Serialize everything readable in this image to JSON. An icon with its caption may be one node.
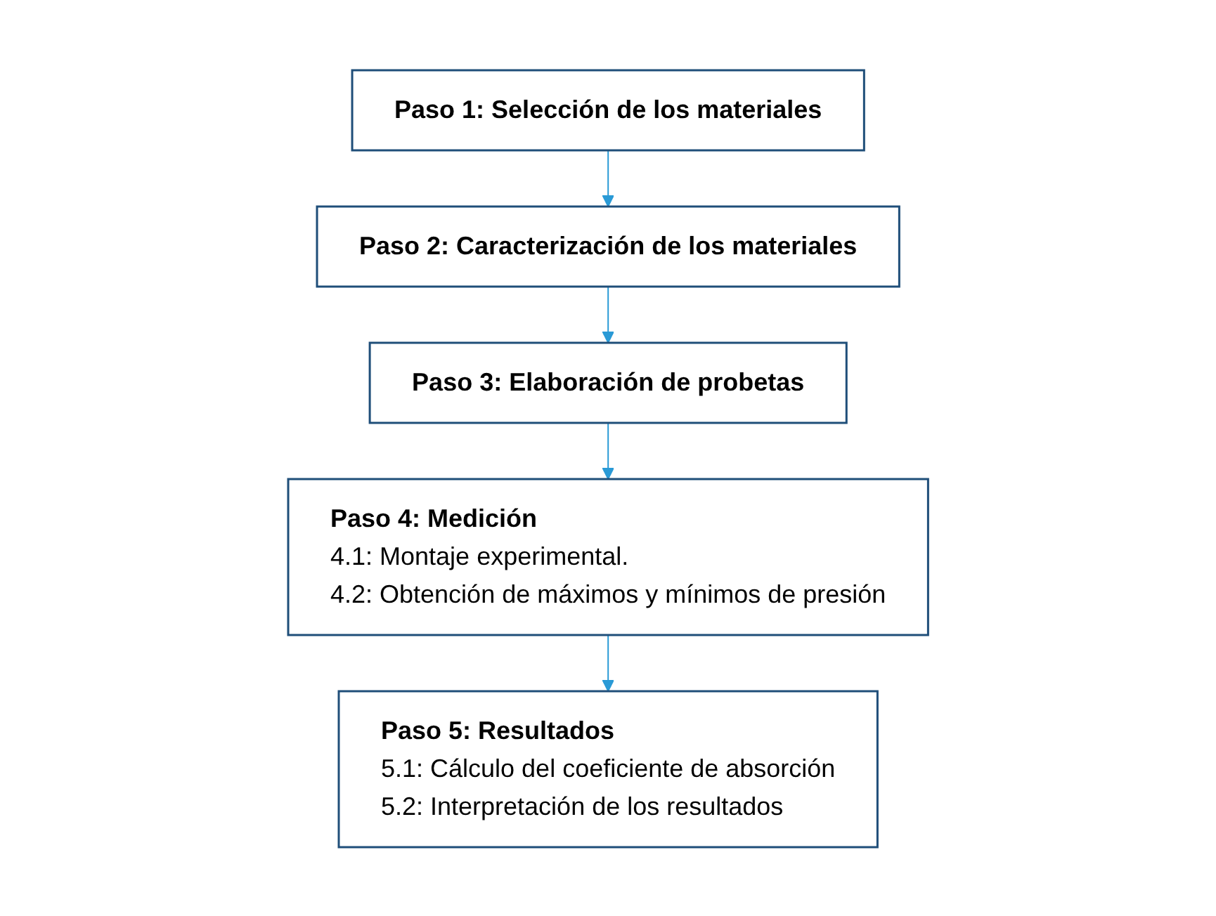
{
  "diagram": {
    "nodes": [
      {
        "text": [
          "Paso 1: Selección de los materiales"
        ]
      },
      {
        "text": [
          "Paso 2: Caracterización de los materiales"
        ]
      },
      {
        "text": [
          "Paso 3: Elaboración de probetas"
        ]
      },
      {
        "text": [
          "Paso 4: Medición",
          "4.1: Montaje experimental.",
          "4.2: Obtención de máximos y mínimos de presión"
        ]
      },
      {
        "text": [
          "Paso 5: Resultados",
          "5.1: Cálculo del coeficiente de absorción",
          "5.2: Interpretación de los resultados"
        ]
      }
    ],
    "edges": [
      {
        "from": 0,
        "to": 1,
        "arrow": "to"
      },
      {
        "from": 1,
        "to": 2,
        "arrow": "to"
      },
      {
        "from": 2,
        "to": 3,
        "arrow": "to"
      },
      {
        "from": 3,
        "to": 4,
        "arrow": "to"
      }
    ]
  }
}
